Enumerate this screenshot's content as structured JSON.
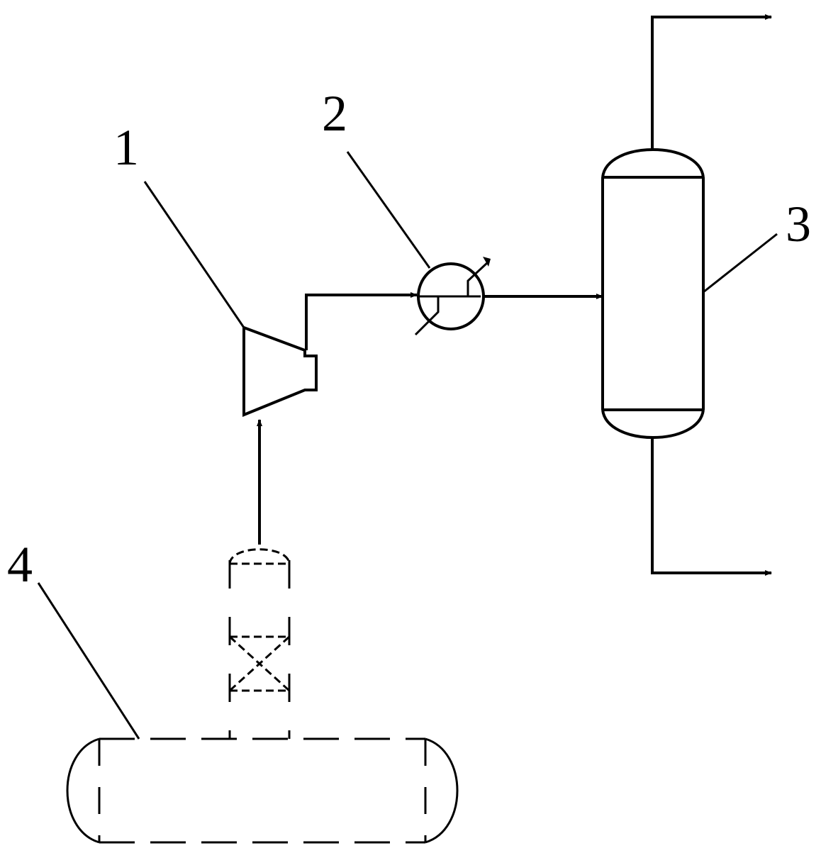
{
  "labels": {
    "compressor": "1",
    "heat_exchanger": "2",
    "column": "3",
    "storage_tank": "4"
  },
  "colors": {
    "line": "#000000",
    "background": "#ffffff"
  }
}
